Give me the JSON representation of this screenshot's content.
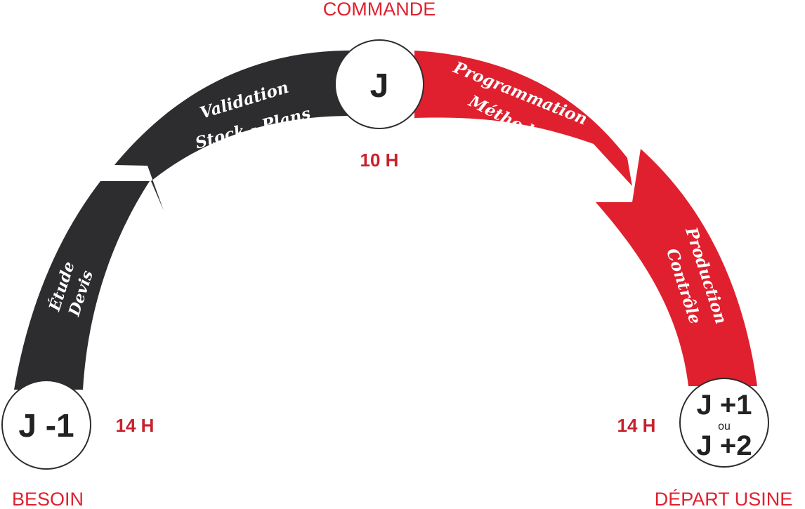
{
  "colors": {
    "dark": "#2d2c2e",
    "red": "#e0202e",
    "node_fill": "#ffffff",
    "node_stroke": "#2d2c2e",
    "label_red": "#e0202e",
    "time_red": "#c8212d",
    "node_text": "#222222"
  },
  "milestones": {
    "start": {
      "label": "BESOIN",
      "node": "J -1",
      "time": "14 H"
    },
    "middle": {
      "label": "COMMANDE",
      "node": "J",
      "time": "10 H"
    },
    "end": {
      "label": "DÉPART USINE",
      "node_top": "J +1",
      "node_sep": "ou",
      "node_bottom": "J +2",
      "time": "14 H"
    }
  },
  "phases": [
    {
      "line1": "Étude",
      "line2": "Devis",
      "color": "dark"
    },
    {
      "line1": "Validation",
      "line2": "Stock - Plans",
      "color": "dark"
    },
    {
      "line1": "Programmation",
      "line2": "Méthodes",
      "color": "red"
    },
    {
      "line1": "Production",
      "line2": "Contrôle",
      "color": "red"
    }
  ]
}
